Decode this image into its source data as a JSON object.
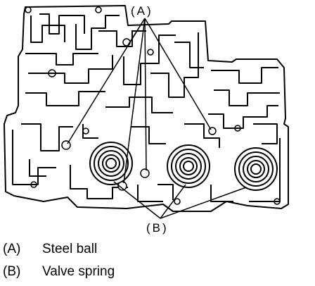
{
  "callouts": {
    "a": "(A)",
    "b": "(B)"
  },
  "legend": [
    {
      "key": "(A)",
      "label": "Steel ball"
    },
    {
      "key": "(B)",
      "label": "Valve spring"
    }
  ]
}
